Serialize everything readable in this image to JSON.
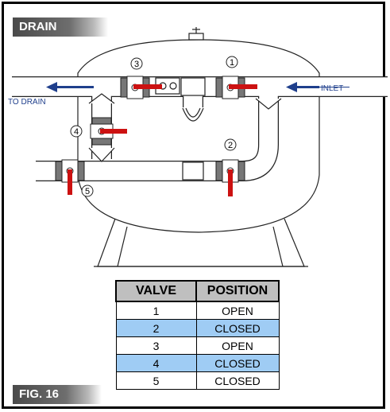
{
  "header": {
    "title": "DRAIN"
  },
  "labels": {
    "to_drain": "TO DRAIN",
    "inlet": "INLET"
  },
  "valve_numbers": [
    "1",
    "2",
    "3",
    "4",
    "5"
  ],
  "table": {
    "headers": [
      "VALVE",
      "POSITION"
    ],
    "rows": [
      {
        "valve": "1",
        "position": "OPEN"
      },
      {
        "valve": "2",
        "position": "CLOSED"
      },
      {
        "valve": "3",
        "position": "OPEN"
      },
      {
        "valve": "4",
        "position": "CLOSED"
      },
      {
        "valve": "5",
        "position": "CLOSED"
      }
    ]
  },
  "figure": {
    "label": "FIG. 16"
  },
  "colors": {
    "flow_arrow": "#1f3f8c",
    "handle": "#cc1111",
    "closed_row": "#9fccf4",
    "header_row": "#bfbfbf"
  }
}
